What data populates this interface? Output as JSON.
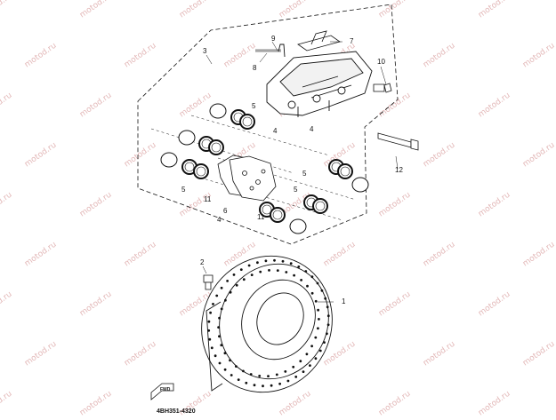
{
  "diagram": {
    "watermark": "motod.ru",
    "diagram_code": "4BH351-4320",
    "front_label": "FWD",
    "callouts": [
      "1",
      "2",
      "3",
      "4",
      "4",
      "4",
      "5",
      "5",
      "5",
      "5",
      "6",
      "7",
      "8",
      "9",
      "10",
      "11",
      "11",
      "12"
    ]
  },
  "colors": {
    "line": "#111111",
    "watermark": "#e3b8b8"
  }
}
